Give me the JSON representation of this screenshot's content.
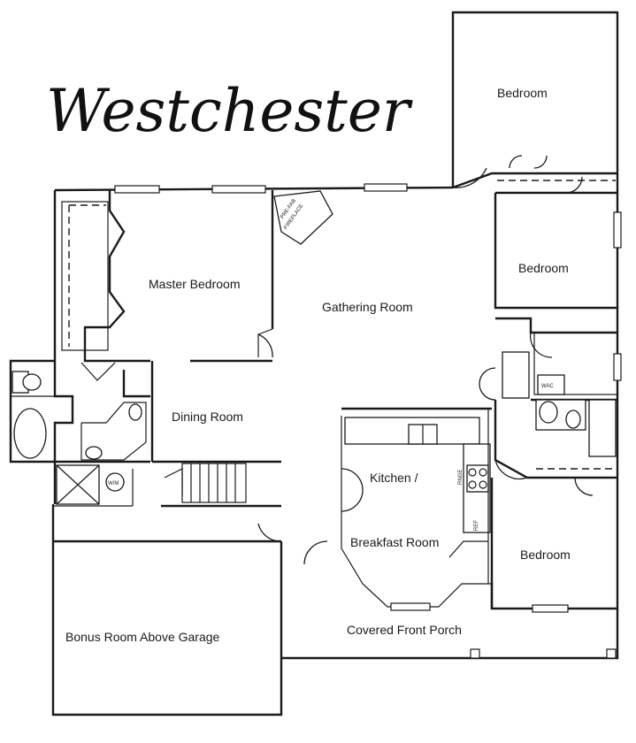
{
  "plan": {
    "title": "Westchester",
    "rooms": {
      "bedroom_top": "Bedroom",
      "bedroom_mid": "Bedroom",
      "bedroom_bottom": "Bedroom",
      "master_bedroom": "Master Bedroom",
      "gathering_room": "Gathering Room",
      "dining_room": "Dining Room",
      "kitchen_line1": "Kitchen /",
      "kitchen_line2": "Breakfast Room",
      "covered_porch": "Covered Front Porch",
      "bonus_room": "Bonus Room Above Garage"
    },
    "appliance_tags": {
      "washer_dryer": "W/M",
      "wac": "WAC",
      "range": "RNGE",
      "refrigerator": "REF"
    }
  }
}
